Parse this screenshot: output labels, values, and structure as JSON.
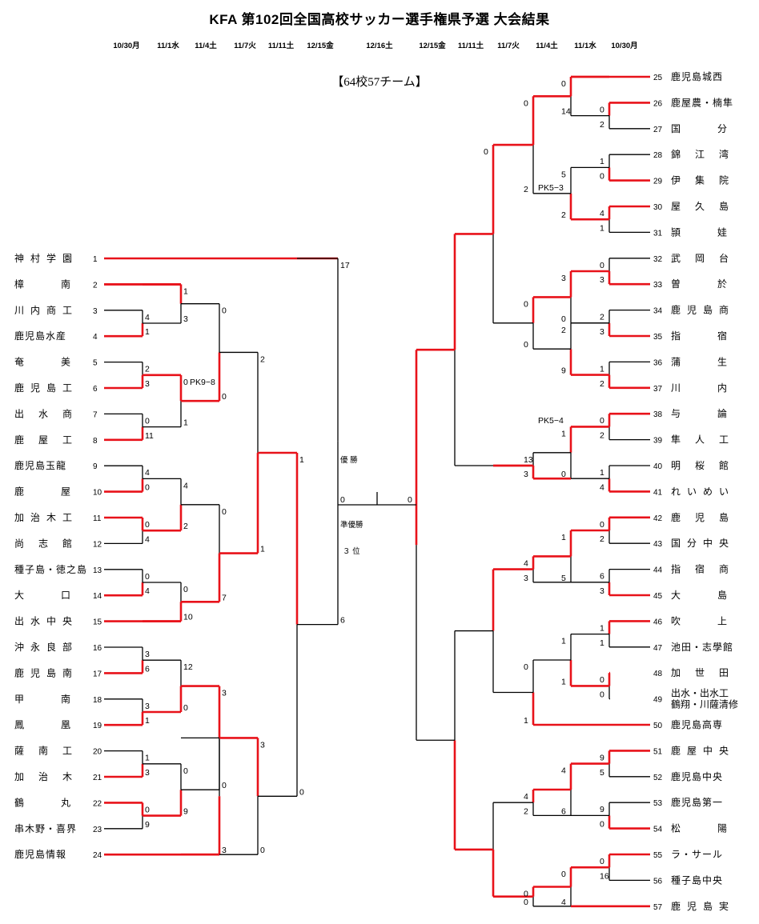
{
  "header": {
    "title": "KFA 第102回全国高校サッカー選手権県予選 大会結果",
    "subtitle": "【64校57チーム】"
  },
  "dates_left": [
    "10/30月",
    "11/1水",
    "11/4土",
    "11/7火",
    "11/11土",
    "12/15金"
  ],
  "date_center": "12/16土",
  "dates_right": [
    "12/15金",
    "11/11土",
    "11/7火",
    "11/4土",
    "11/1水",
    "10/30月"
  ],
  "center": {
    "champion_label": "優 勝",
    "runner_up_label": "準優勝",
    "third_label": "３ 位",
    "final_score_left": "0",
    "final_score_right": "0"
  },
  "colors": {
    "winner_line": "#e8121a",
    "loser_line": "#000000"
  },
  "chart_data": {
    "type": "table",
    "teams": [
      {
        "seed": 1,
        "name": "神村学園"
      },
      {
        "seed": 2,
        "name": "樟南"
      },
      {
        "seed": 3,
        "name": "川内商工"
      },
      {
        "seed": 4,
        "name": "鹿児島水産"
      },
      {
        "seed": 5,
        "name": "奄美"
      },
      {
        "seed": 6,
        "name": "鹿児島工"
      },
      {
        "seed": 7,
        "name": "出水商"
      },
      {
        "seed": 8,
        "name": "鹿屋工"
      },
      {
        "seed": 9,
        "name": "鹿児島玉龍"
      },
      {
        "seed": 10,
        "name": "鹿屋"
      },
      {
        "seed": 11,
        "name": "加治木工"
      },
      {
        "seed": 12,
        "name": "尚志館"
      },
      {
        "seed": 13,
        "name": "種子島・徳之島"
      },
      {
        "seed": 14,
        "name": "大口"
      },
      {
        "seed": 15,
        "name": "出水中央"
      },
      {
        "seed": 16,
        "name": "沖永良部"
      },
      {
        "seed": 17,
        "name": "鹿児島南"
      },
      {
        "seed": 18,
        "name": "甲南"
      },
      {
        "seed": 19,
        "name": "鳳凰"
      },
      {
        "seed": 20,
        "name": "薩南工"
      },
      {
        "seed": 21,
        "name": "加治木"
      },
      {
        "seed": 22,
        "name": "鶴丸"
      },
      {
        "seed": 23,
        "name": "串木野・喜界"
      },
      {
        "seed": 24,
        "name": "鹿児島情報"
      },
      {
        "seed": 25,
        "name": "鹿児島城西"
      },
      {
        "seed": 26,
        "name": "鹿屋農・楠隼"
      },
      {
        "seed": 27,
        "name": "国分"
      },
      {
        "seed": 28,
        "name": "錦江湾"
      },
      {
        "seed": 29,
        "name": "伊集院"
      },
      {
        "seed": 30,
        "name": "屋久島"
      },
      {
        "seed": 31,
        "name": "頴娃"
      },
      {
        "seed": 32,
        "name": "武岡台"
      },
      {
        "seed": 33,
        "name": "曽於"
      },
      {
        "seed": 34,
        "name": "鹿児島商"
      },
      {
        "seed": 35,
        "name": "指宿"
      },
      {
        "seed": 36,
        "name": "蒲生"
      },
      {
        "seed": 37,
        "name": "川内"
      },
      {
        "seed": 38,
        "name": "与論"
      },
      {
        "seed": 39,
        "name": "隼人工"
      },
      {
        "seed": 40,
        "name": "明桜館"
      },
      {
        "seed": 41,
        "name": "れいめい"
      },
      {
        "seed": 42,
        "name": "鹿児島"
      },
      {
        "seed": 43,
        "name": "国分中央"
      },
      {
        "seed": 44,
        "name": "指宿商"
      },
      {
        "seed": 45,
        "name": "大島"
      },
      {
        "seed": 46,
        "name": "吹上"
      },
      {
        "seed": 47,
        "name": "池田・志學館"
      },
      {
        "seed": 48,
        "name": "加世田"
      },
      {
        "seed": 49,
        "name": "出水・出水工 鶴翔・川薩清修"
      },
      {
        "seed": 50,
        "name": "鹿児島高専"
      },
      {
        "seed": 51,
        "name": "鹿屋中央"
      },
      {
        "seed": 52,
        "name": "鹿児島中央"
      },
      {
        "seed": 53,
        "name": "鹿児島第一"
      },
      {
        "seed": 54,
        "name": "松陽"
      },
      {
        "seed": 55,
        "name": "ラ・サール"
      },
      {
        "seed": 56,
        "name": "種子島中央"
      },
      {
        "seed": 57,
        "name": "鹿児島実"
      }
    ],
    "pk_results": [
      "PK9−8",
      "PK5−3",
      "PK5−4"
    ],
    "score_labels": [
      "4",
      "1",
      "2",
      "3",
      "0",
      "11",
      "4",
      "0",
      "0",
      "4",
      "0",
      "4",
      "3",
      "6",
      "3",
      "1",
      "1",
      "3",
      "0",
      "9",
      "1",
      "3",
      "0",
      "1",
      "4",
      "2",
      "0",
      "10",
      "12",
      "0",
      "0",
      "9",
      "0",
      "0",
      "0",
      "7",
      "3",
      "0",
      "3",
      "2",
      "1",
      "3",
      "0",
      "1",
      "0",
      "17",
      "6",
      "0",
      "2",
      "1",
      "0",
      "4",
      "1",
      "0",
      "3",
      "2",
      "3",
      "1",
      "2",
      "0",
      "2",
      "1",
      "4",
      "0",
      "2",
      "6",
      "3",
      "1",
      "1",
      "0",
      "0",
      "9",
      "5",
      "9",
      "0",
      "0",
      "16",
      "0",
      "14",
      "5",
      "2",
      "3",
      "0",
      "2",
      "9",
      "1",
      "0",
      "1",
      "5",
      "1",
      "1",
      "4",
      "6",
      "0",
      "4",
      "0",
      "2",
      "0",
      "0",
      "13",
      "3",
      "4",
      "3",
      "0",
      "1",
      "4",
      "2",
      "0",
      "0",
      "0"
    ]
  }
}
